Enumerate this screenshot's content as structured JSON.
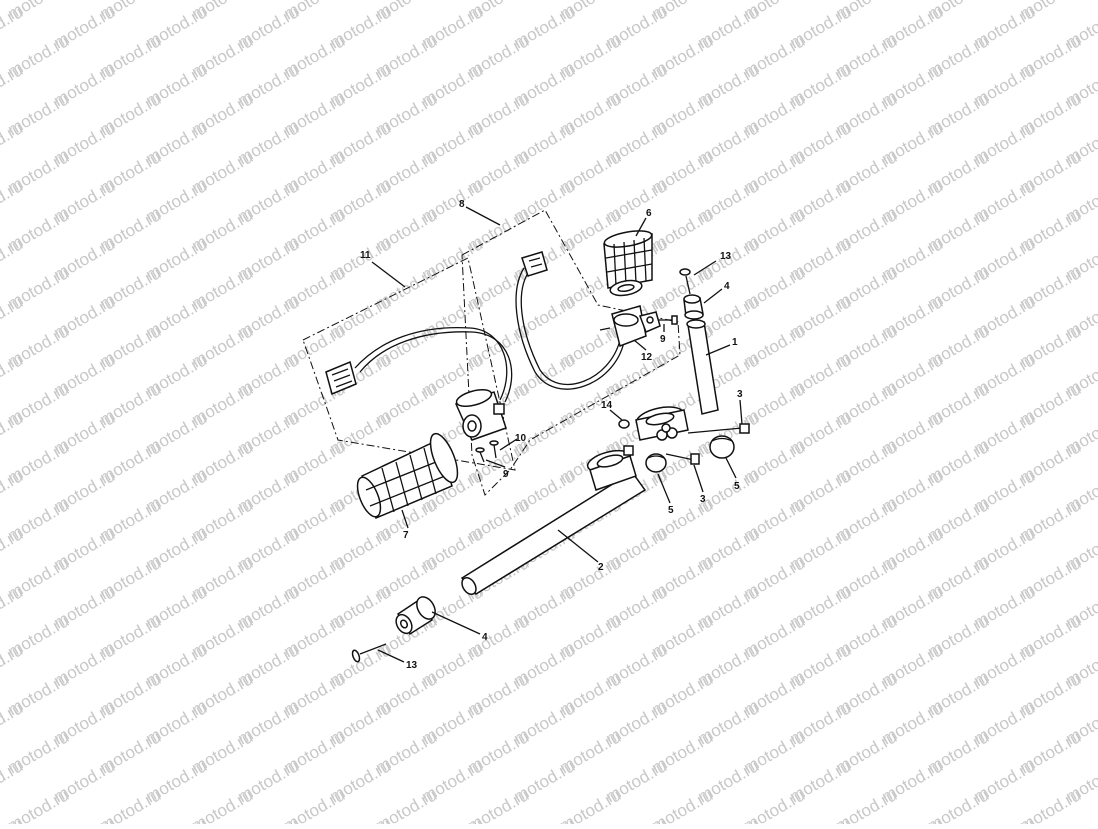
{
  "watermark": "motod.ru",
  "callouts": {
    "c1": "1",
    "c2": "2",
    "c3a": "3",
    "c3b": "3",
    "c4a": "4",
    "c4b": "4",
    "c5a": "5",
    "c5b": "5",
    "c6": "6",
    "c7": "7",
    "c8": "8",
    "c9a": "9",
    "c9b": "9",
    "c10": "10",
    "c11": "11",
    "c12": "12",
    "c13a": "13",
    "c13b": "13",
    "c14": "14"
  }
}
